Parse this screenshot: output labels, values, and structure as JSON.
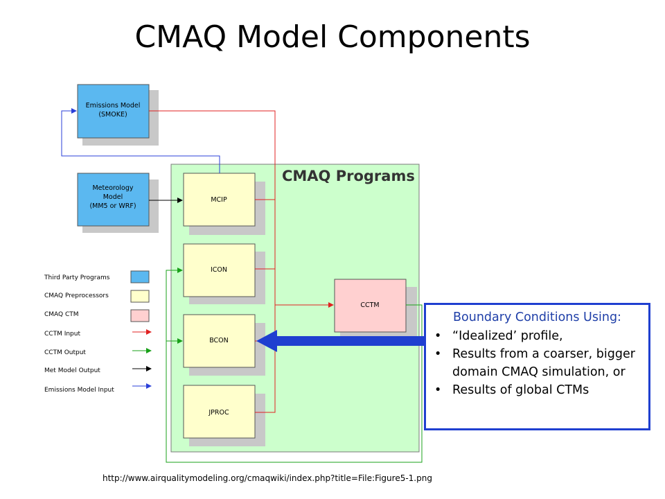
{
  "title": "CMAQ Model Components",
  "diagram": {
    "programs_label": "CMAQ Programs",
    "third_party": [
      {
        "lines": [
          "Emissions Model",
          "(SMOKE)"
        ]
      },
      {
        "lines": [
          "Meteorology",
          "Model",
          "(MM5 or WRF)"
        ]
      }
    ],
    "preprocessors": [
      "MCIP",
      "ICON",
      "BCON",
      "JPROC"
    ],
    "ctm": "CCTM"
  },
  "legend": {
    "items": [
      {
        "label": "Third Party Programs",
        "color": "#5bb8f0"
      },
      {
        "label": "CMAQ Preprocessors",
        "color": "#ffffcc"
      },
      {
        "label": "CMAQ CTM",
        "color": "#ffd0d0"
      },
      {
        "label": "CCTM Input",
        "color": "#e02020"
      },
      {
        "label": "CCTM Output",
        "color": "#18a018"
      },
      {
        "label": "Met Model Output",
        "color": "#000000"
      },
      {
        "label": "Emissions Model Input",
        "color": "#2a3fd8"
      }
    ]
  },
  "callout": {
    "heading": "Boundary Conditions Using:",
    "bullets": [
      "“Idealized’ profile,",
      "Results from a coarser, bigger domain CMAQ simulation, or",
      "Results of global CTMs"
    ],
    "border_color": "#1f3fd0",
    "arrow_color": "#1f3fd0"
  },
  "source_url": "http://www.airqualitymodeling.org/cmaqwiki/index.php?title=File:Figure5-1.png"
}
